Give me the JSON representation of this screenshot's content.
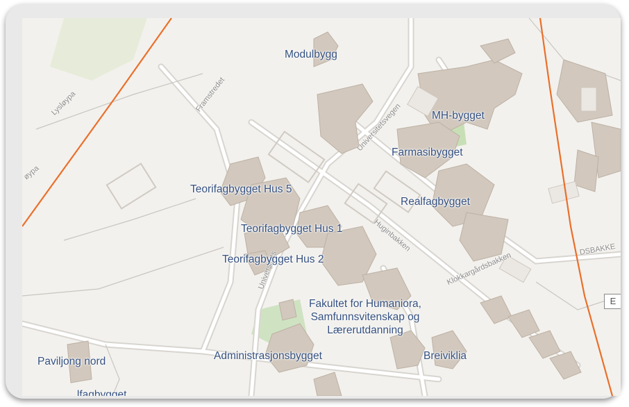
{
  "map": {
    "buildings": {
      "modulbygg": "Modulbygg",
      "mh_bygget": "MH-bygget",
      "farmasibygget": "Farmasibygget",
      "teorifag_hus5": "Teorifagbygget Hus 5",
      "realfagbygget": "Realfagbygget",
      "teorifag_hus1": "Teorifagbygget Hus 1",
      "teorifag_hus2": "Teorifagbygget Hus 2",
      "fakultet_line1": "Fakultet for Humaniora,",
      "fakultet_line2": "Samfunnsvitenskap og",
      "fakultet_line3": "Lærerutdanning",
      "administrasjon": "Administrasjonsbygget",
      "breiviklia": "Breiviklia",
      "paviljong_nord": "Paviljong nord",
      "partial_bottom": "...lfagbygget"
    },
    "streets": {
      "lysloypa": "Lysløypa",
      "lysloypa_2": "øypa",
      "framstredet": "Framstredet",
      "universitetsvegen": "Universitetsvegen",
      "universitetsvegen_2": "Universitets",
      "huginbakken": "Huginbakken",
      "klokkargardsbakken": "Klokkargårdsbakken",
      "dsbakke": "DSBAKKE"
    },
    "badge": "E"
  }
}
